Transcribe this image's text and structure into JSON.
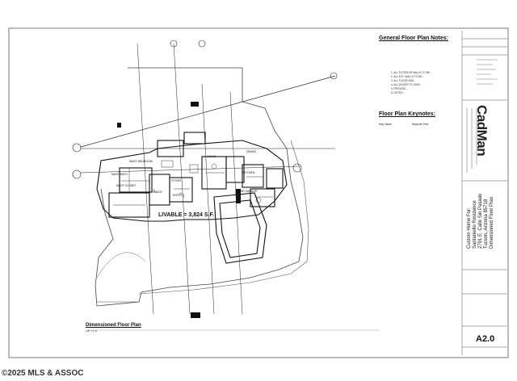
{
  "notes": {
    "title": "General Floor Plan Notes:",
    "items": [
      "1. ALL EXTERIOR WALLS TO BE...",
      "2. ALL EXT. WALLS TO BE...",
      "3. ALL FLOOR AND...",
      "4. ALL DOORS TO HAVE...",
      "5. PROVIDE...",
      "6. NOTES..."
    ]
  },
  "keynotes": {
    "title": "Floor Plan Keynotes:",
    "col1": "Key Value",
    "col2": "Keynote Text"
  },
  "plan": {
    "livable": "LIVABLE = 3,824 S.F.",
    "title": "Dimensioned Floor Plan",
    "scale": "1/8\" = 1'-0\"",
    "rooms": {
      "garage": "3-CAR GARAGE",
      "foyer": "FOYER",
      "entry": "ENTRY",
      "living": "LIVING",
      "office": "OFFICE",
      "closet": "MAST CLOSET",
      "bedroom": "MAST BEDROOM",
      "bath": "MAST BATH",
      "kitchen": "KITCHEN",
      "dining": "DINING"
    }
  },
  "titleblock": {
    "brand": "CadMan",
    "project_lines": [
      "Custom Home For:",
      "Santaniello Residence",
      "2791 E. Calle Sin Pasado",
      "Tucson, Arizona 85718",
      "Dimensioned Floor Plan"
    ],
    "sheet": "A2.0"
  },
  "copyright": "©2025 MLS & ASSOC"
}
